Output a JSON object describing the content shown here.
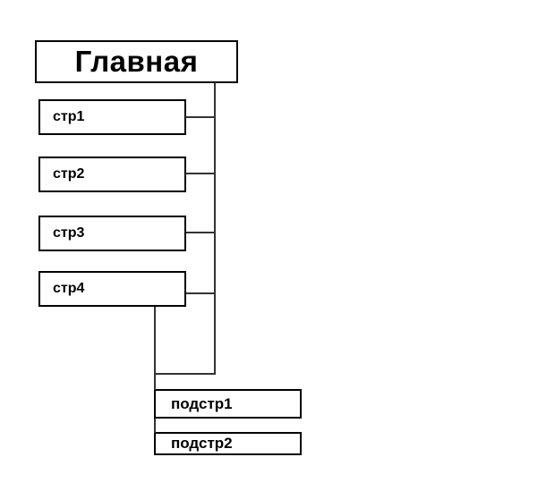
{
  "diagram": {
    "title_box": {
      "label": "Главная"
    },
    "pages": [
      {
        "label": "стр1"
      },
      {
        "label": "стр2"
      },
      {
        "label": "стр3"
      },
      {
        "label": "стр4"
      }
    ],
    "subpages": [
      {
        "label": "подстр1"
      },
      {
        "label": "подстр2"
      }
    ],
    "colors": {
      "background": "#ffffff",
      "box_fill": "#ffffff",
      "box_border": "#000000",
      "connector": "#333333",
      "text": "#000000"
    }
  }
}
